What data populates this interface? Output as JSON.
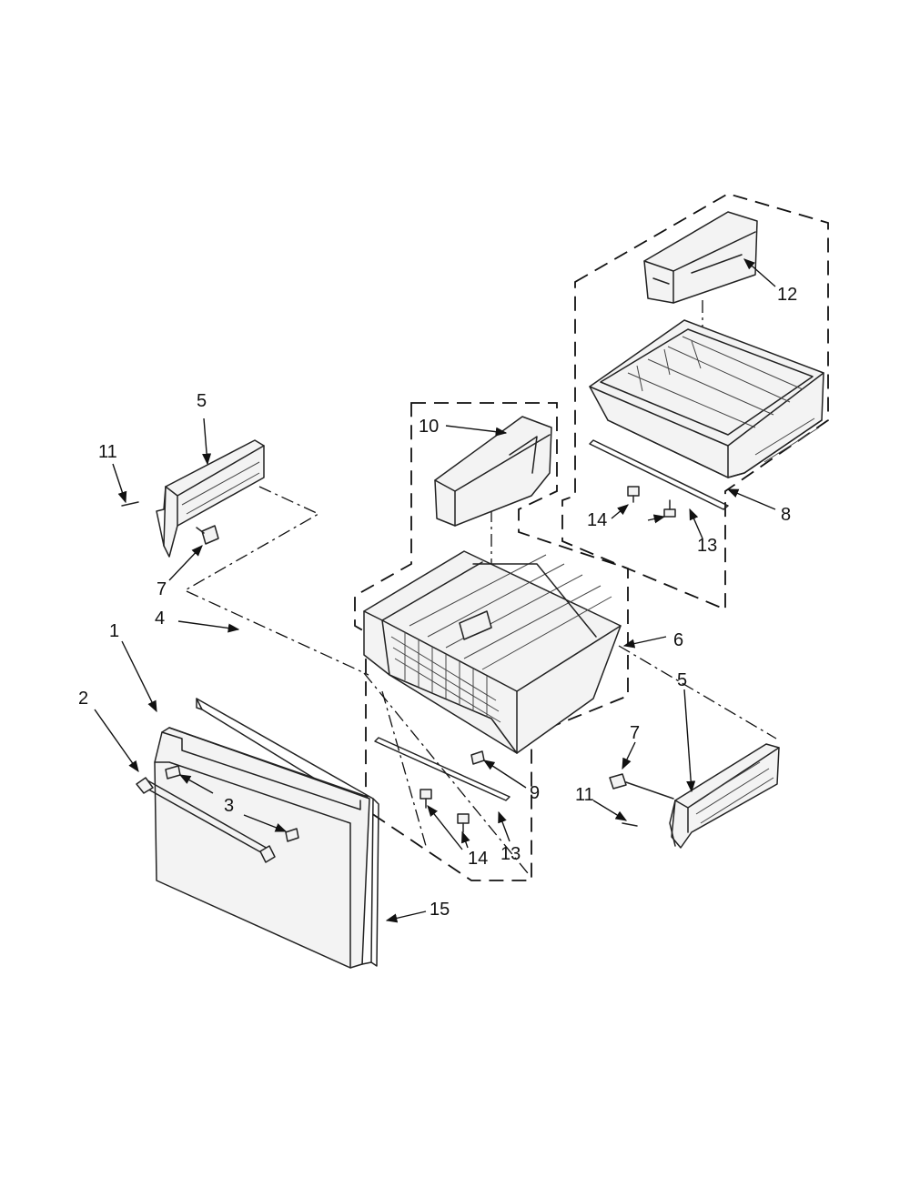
{
  "diagram": {
    "callouts": {
      "c1": "1",
      "c2": "2",
      "c3": "3",
      "c4": "4",
      "c5_left": "5",
      "c5_right": "5",
      "c6": "6",
      "c7_left": "7",
      "c7_right": "7",
      "c8": "8",
      "c9": "9",
      "c10": "10",
      "c11_left": "11",
      "c11_right": "11",
      "c12": "12",
      "c13_lower": "13",
      "c13_upper": "13",
      "c14_lower": "14",
      "c14_upper": "14",
      "c15": "15"
    }
  }
}
